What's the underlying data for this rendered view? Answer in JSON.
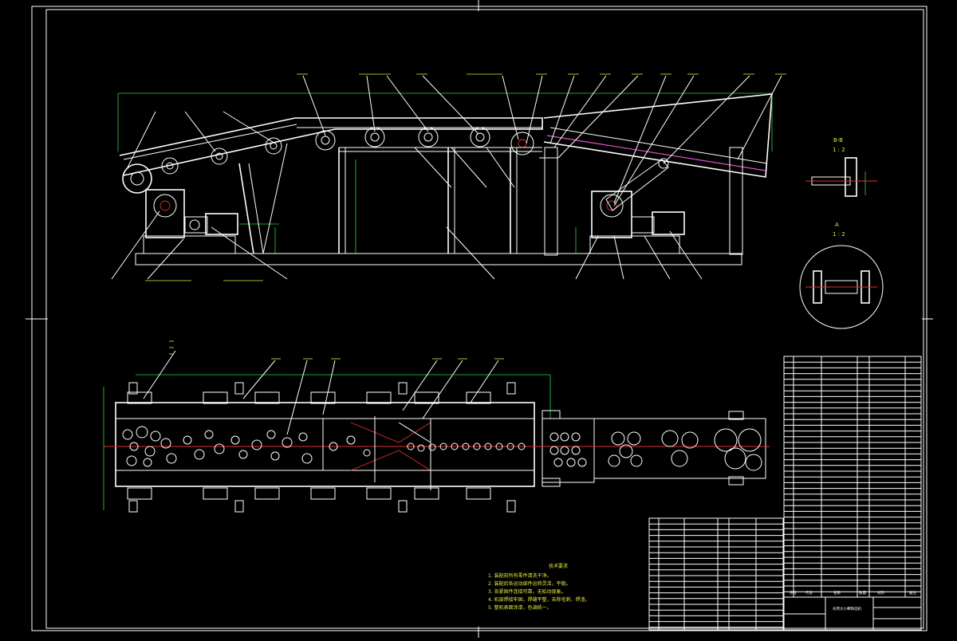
{
  "drawing": {
    "title_block_name": "农用大小棵筛选机",
    "tech_req_title": "技术要求",
    "tech_req_items": [
      "1. 装配前所有零件清洗干净。",
      "2. 装配后各运动部件运转灵活，平稳。",
      "3. 各紧固件连接可靠，无松动现象。",
      "4. 机架焊接牢固，焊缝平整，去除毛刺、焊渣。",
      "5. 整机表面涂漆，色调统一。"
    ],
    "section_labels": [
      "B-B",
      "1 : 2",
      "A",
      "1 : 2"
    ],
    "title_block_headers": [
      "序号",
      "代号",
      "名称",
      "数量",
      "材料",
      "备注"
    ],
    "colors": {
      "background": "#000000",
      "lines": "#ffffff",
      "dims": "#2fd24a",
      "centerline": "#e0302a",
      "text": "#e8e83a",
      "belt": "#e050c8"
    }
  }
}
